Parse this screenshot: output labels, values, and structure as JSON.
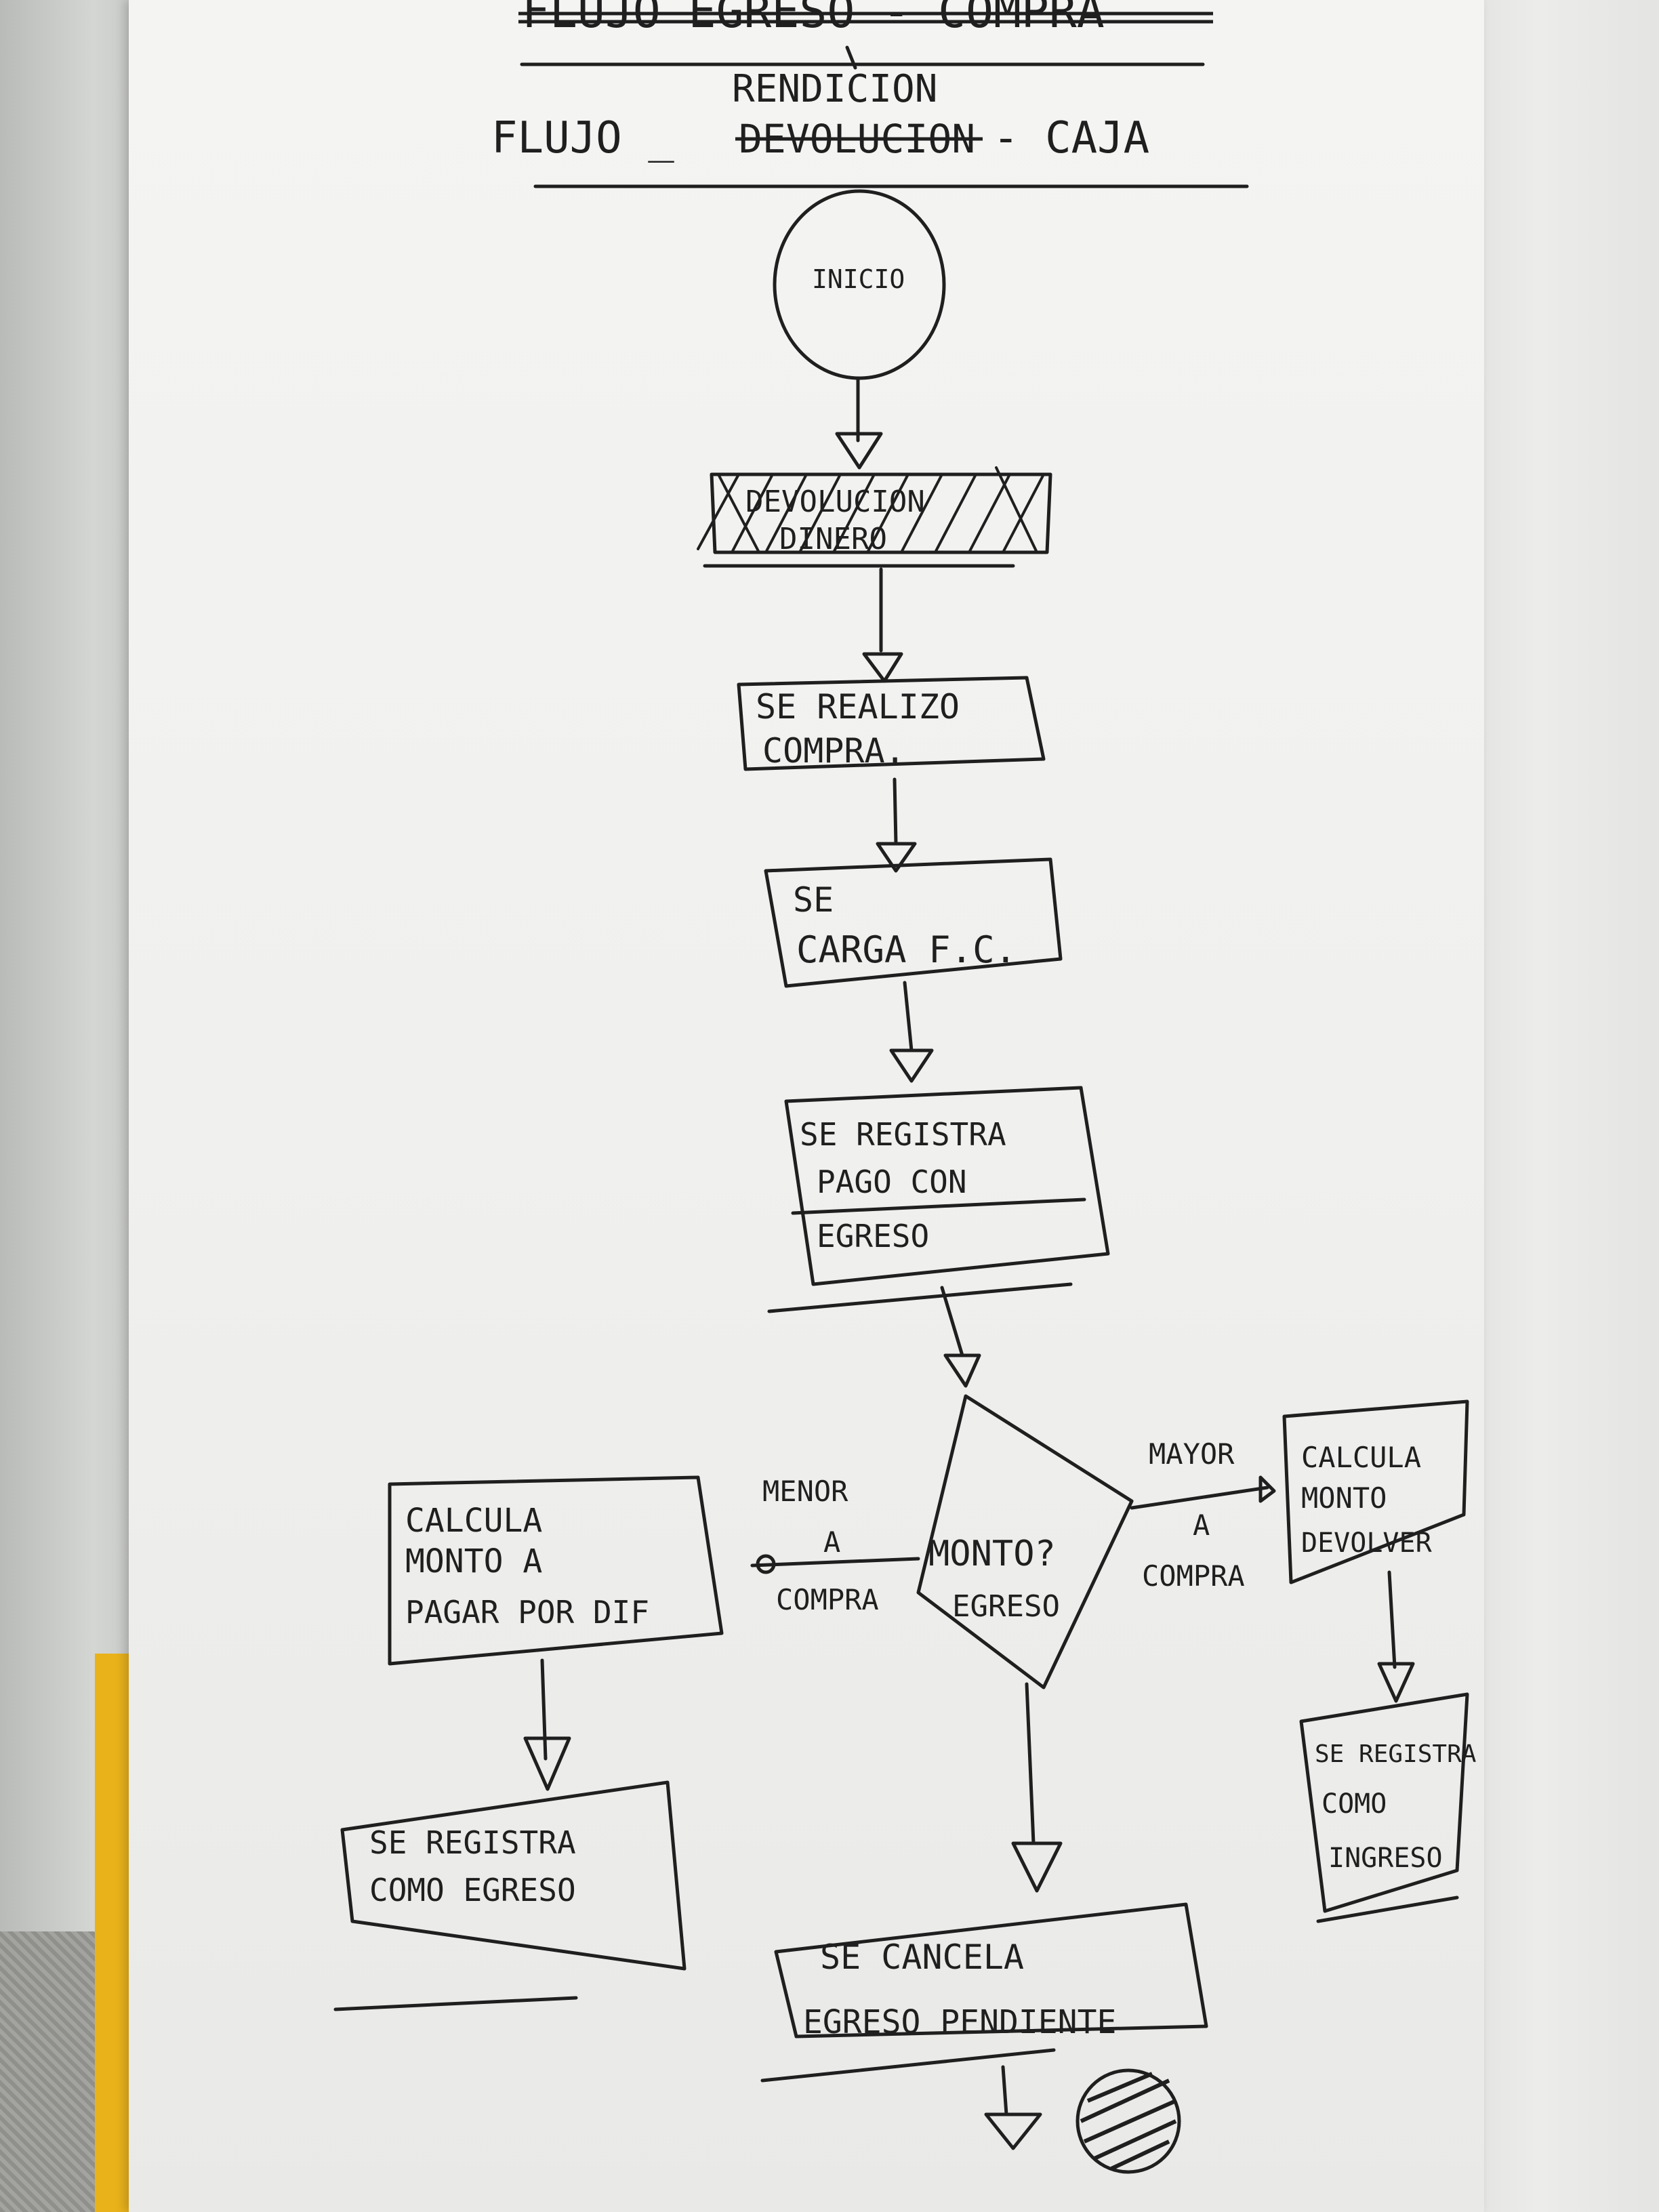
{
  "header": {
    "top_line_crossed": "FLUJO EGRESO - COMPRA",
    "insert_word": "RENDICION",
    "title_prefix": "FLUJO _",
    "title_crossed": "DEVOLUCION",
    "title_suffix": "- CAJA"
  },
  "nodes": {
    "start": "INICIO",
    "crossed_step": [
      "DEVOLUCION",
      "DINERO"
    ],
    "step1": [
      "SE REALIZO",
      "COMPRA."
    ],
    "step2": [
      "SE",
      "CARGA F.C."
    ],
    "step3": [
      "SE REGISTRA",
      "PAGO CON",
      "EGRESO"
    ],
    "decision": [
      "MONTO?",
      "EGRESO"
    ],
    "left_label": [
      "MENOR",
      "A",
      "COMPRA"
    ],
    "right_label": [
      "MAYOR",
      "A",
      "COMPRA"
    ],
    "left_calc": [
      "CALCULA",
      "MONTO A",
      "PAGAR POR DIF"
    ],
    "left_register": [
      "SE REGISTRA",
      "COMO EGRESO"
    ],
    "right_calc": [
      "CALCULA",
      "MONTO",
      "DEVOLVER"
    ],
    "right_register": [
      "SE REGISTRA",
      "COMO",
      "INGRESO"
    ],
    "cancel": [
      "SE CANCELA",
      "EGRESO PENDIENTE"
    ]
  },
  "colors": {
    "ink": "#1f1f1f",
    "paper": "#f2f2f0",
    "cover": "#e9b21b"
  }
}
